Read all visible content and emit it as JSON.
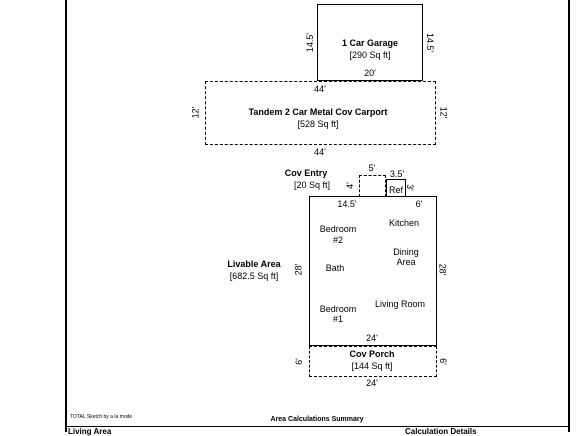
{
  "garage": {
    "name": "1 Car Garage",
    "area": "[290 Sq ft]",
    "dim_left": "14.5'",
    "dim_right": "14.5'",
    "dim_bottom": "20'"
  },
  "carport": {
    "name": "Tandem 2 Car Metal Cov Carport",
    "area": "[528 Sq ft]",
    "dim_top": "44'",
    "dim_bottom": "44'",
    "dim_left": "12'",
    "dim_right": "12'"
  },
  "cov_entry": {
    "name": "Cov Entry",
    "area": "[20 Sq ft]",
    "dim_top": "5'",
    "dim_left": "4'"
  },
  "ref": {
    "label": "Ref",
    "dim_top": "3.5'",
    "dim_right": "3'"
  },
  "livable": {
    "name": "Livable Area",
    "area": "[682.5 Sq ft]",
    "dim_top_left": "14.5'",
    "dim_top_right": "6'",
    "dim_left": "28'",
    "dim_right": "28'",
    "dim_bottom": "24'",
    "rooms": {
      "bedroom2": "Bedroom\n#2",
      "kitchen": "Kitchen",
      "dining": "Dining\nArea",
      "bath": "Bath",
      "bedroom1": "Bedroom\n#1",
      "living": "Living Room"
    }
  },
  "porch": {
    "name": "Cov Porch",
    "area": "[144 Sq ft]",
    "dim_left": "6'",
    "dim_right": "6'",
    "dim_bottom": "24'"
  },
  "footer": {
    "credit": "TOTAL Sketch by a la mode",
    "summary_title": "Area Calculations Summary",
    "cut_left": "Living Area",
    "cut_right": "Calculation Details"
  }
}
